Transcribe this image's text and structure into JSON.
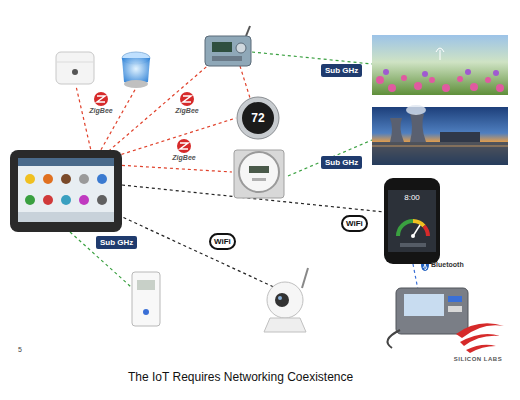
{
  "diagram": {
    "caption": "The IoT Requires Networking Coexistence",
    "nodes": [
      {
        "text": [
          "72"
        ]
      },
      {
        "text": [
          "8:00"
        ]
      }
    ],
    "labels": [
      "ZigBee",
      "ZigBee",
      "ZigBee",
      "Sub GHz",
      "Sub GHz",
      "Sub GHz",
      "WiFi",
      "WiFi",
      "Bluetooth",
      "5",
      "SILICON LABS"
    ]
  }
}
